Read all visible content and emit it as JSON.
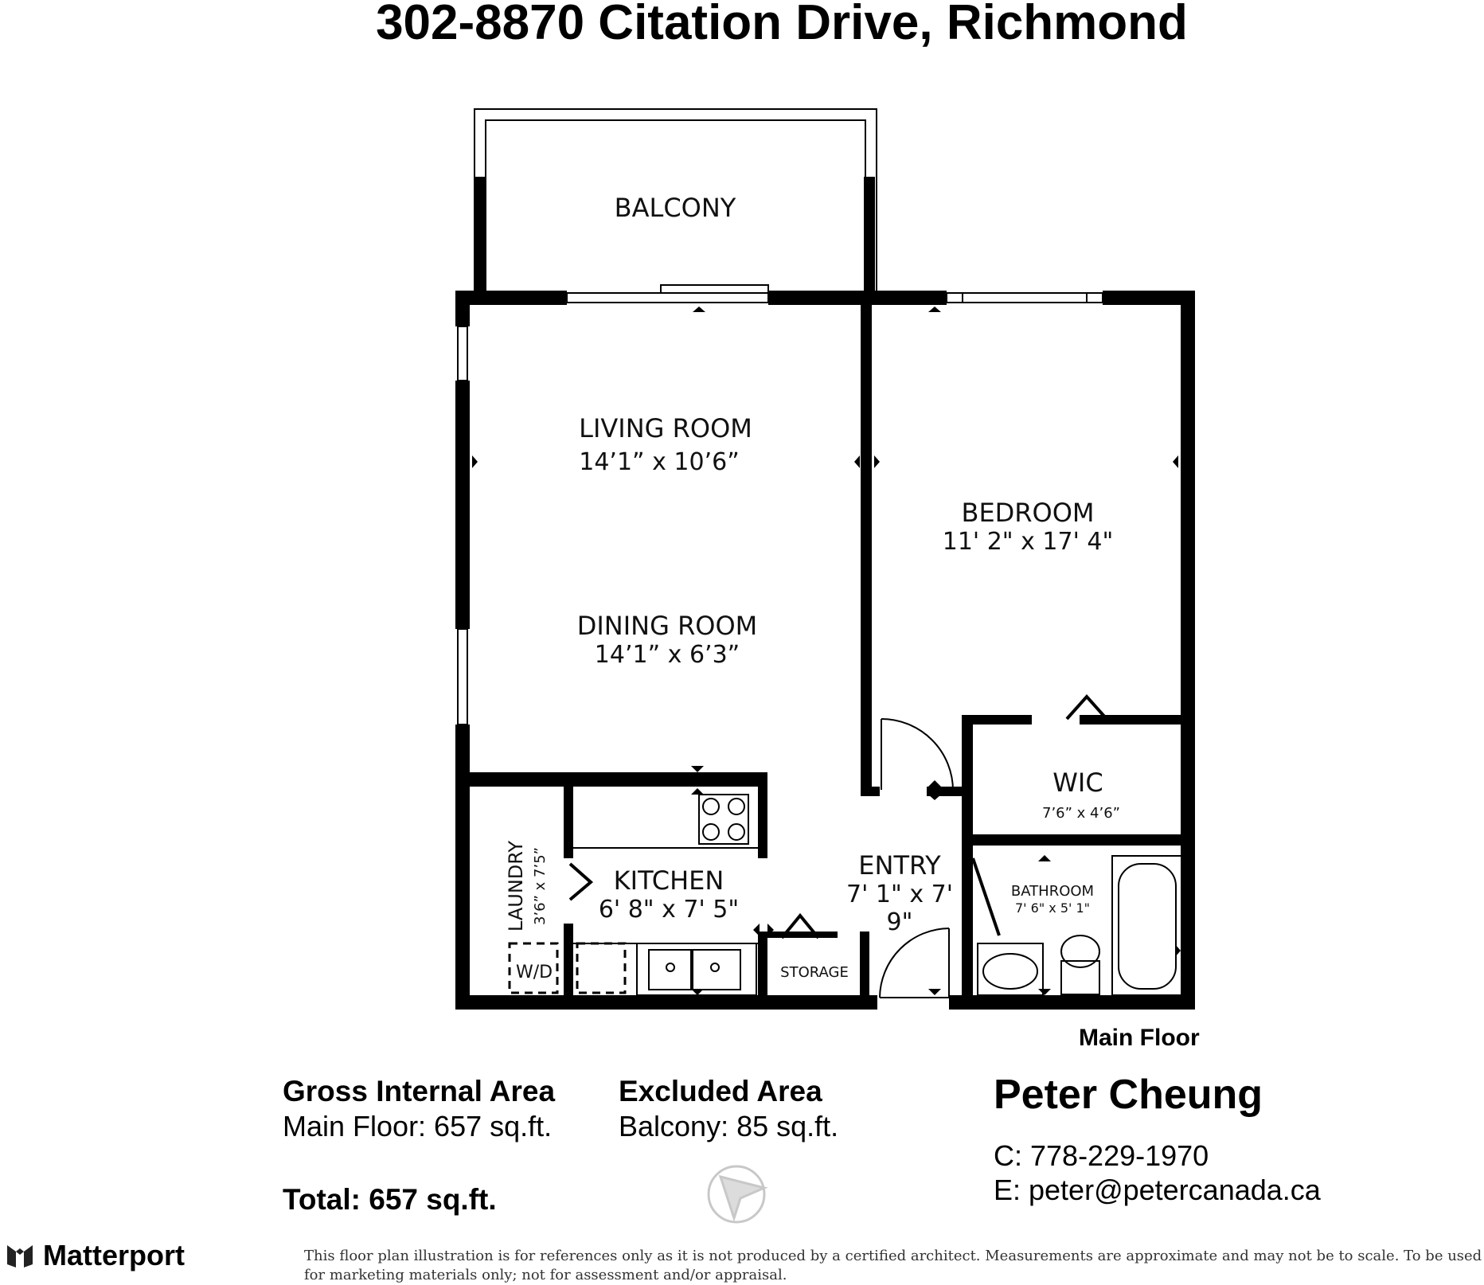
{
  "title": "302-8870 Citation Drive, Richmond",
  "rooms": {
    "balcony": {
      "name": "BALCONY"
    },
    "living": {
      "name": "LIVING ROOM",
      "dim": "14’1” x 10’6”"
    },
    "dining": {
      "name": "DINING ROOM",
      "dim": "14’1” x 6’3”"
    },
    "bedroom": {
      "name": "BEDROOM",
      "dim": "11' 2\" x 17' 4\""
    },
    "wic": {
      "name": "WIC",
      "dim": "7’6” x 4’6”"
    },
    "laundry": {
      "name": "LAUNDRY",
      "dim": "3’6” x 7’5”"
    },
    "wd": {
      "name": "W/D"
    },
    "kitchen": {
      "name": "KITCHEN",
      "dim": "6' 8\" x 7' 5\""
    },
    "entry": {
      "name": "ENTRY",
      "dim_line1": "7' 1\" x 7'",
      "dim_line2": "9\""
    },
    "bathroom": {
      "name": "BATHROOM",
      "dim": "7' 6\" x 5' 1\""
    },
    "storage": {
      "name": "STORAGE"
    }
  },
  "floor_label": "Main Floor",
  "areas": {
    "gross_heading": "Gross Internal Area",
    "gross_line": "Main Floor: 657 sq.ft.",
    "excluded_heading": "Excluded Area",
    "excluded_line": "Balcony: 85 sq.ft.",
    "total": "Total: 657 sq.ft."
  },
  "agent": {
    "name": "Peter Cheung",
    "phone": "C: 778-229-1970",
    "email": "E: peter@petercanada.ca"
  },
  "brand": {
    "name": "Matterport"
  },
  "disclaimer": "This floor plan illustration is for references only as it is not produced by a certified architect. Measurements are approximate and may not be to scale. To be used for marketing materials only; not for assessment and/or appraisal.",
  "colors": {
    "wall": "#000000",
    "background": "#ffffff",
    "watermark": "#c8c8c8"
  }
}
